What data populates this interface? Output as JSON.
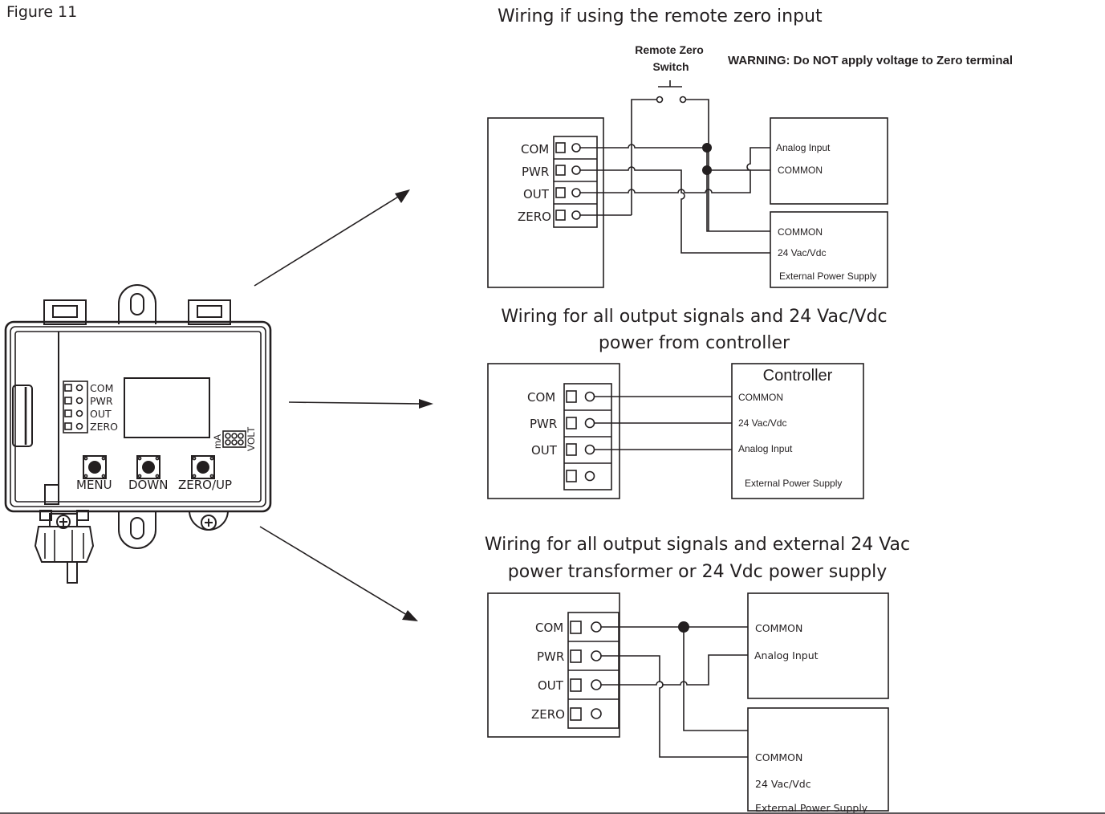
{
  "figure_label": "Figure 11",
  "device": {
    "terminals": [
      "COM",
      "PWR",
      "OUT",
      "ZERO"
    ],
    "buttons": [
      "MENU",
      "DOWN",
      "ZERO/UP"
    ],
    "jumper_left": "mA",
    "jumper_right": "VOLT"
  },
  "diagram1": {
    "title": "Wiring if using the remote zero input",
    "switch_line1": "Remote Zero",
    "switch_line2": "Switch",
    "warning": "WARNING: Do NOT apply voltage to Zero terminal",
    "terminals": [
      "COM",
      "PWR",
      "OUT",
      "ZERO"
    ],
    "controller_in": "Analog Input",
    "controller_common": "COMMON",
    "ps_common": "COMMON",
    "ps_voltage": "24 Vac/Vdc",
    "ps_label": "External Power Supply"
  },
  "diagram2": {
    "title_line1": "Wiring for all output signals and 24 Vac/Vdc",
    "title_line2": "power from controller",
    "terminals": [
      "COM",
      "PWR",
      "OUT"
    ],
    "controller_title": "Controller",
    "c_common": "COMMON",
    "c_voltage": "24 Vac/Vdc",
    "c_analog": "Analog Input",
    "c_footer": "External Power Supply"
  },
  "diagram3": {
    "title_line1": "Wiring for all output signals and external 24 Vac",
    "title_line2": "power transformer or 24 Vdc power supply",
    "terminals": [
      "COM",
      "PWR",
      "OUT",
      "ZERO"
    ],
    "controller_common": "COMMON",
    "controller_in": "Analog Input",
    "ps_common": "COMMON",
    "ps_voltage": "24 Vac/Vdc",
    "ps_label": "External Power Supply"
  }
}
